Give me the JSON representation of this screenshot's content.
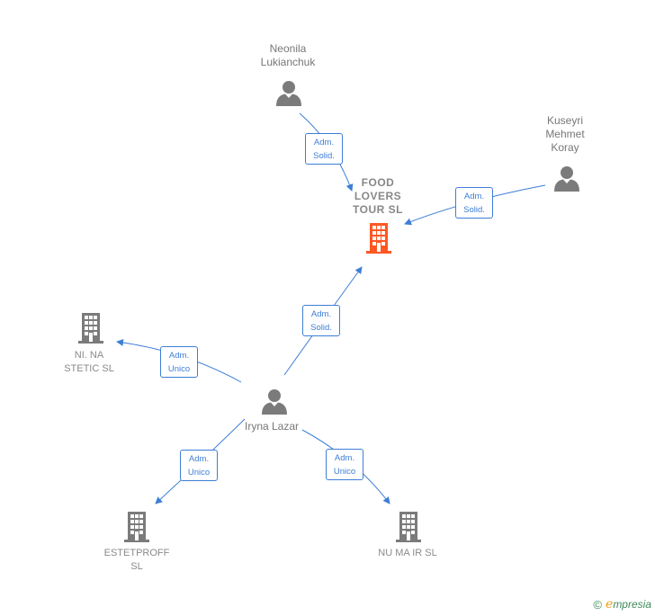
{
  "colors": {
    "edge": "#3d7ed6",
    "person": "#7b7b7b",
    "company": "#7b7b7b",
    "focus_company": "#ff5722"
  },
  "nodes": {
    "food_lovers": {
      "label": "FOOD\nLOVERS\nTOUR  SL",
      "icon": "building-icon"
    },
    "neonila": {
      "label": "Neonila\nLukianchuk",
      "icon": "person-icon"
    },
    "kuseyri": {
      "label": "Kuseyri\nMehmet\nKoray",
      "icon": "person-icon"
    },
    "iryna": {
      "label": "Iryna Lazar",
      "icon": "person-icon"
    },
    "ni_na": {
      "label": "NI.  NA\nSTETIC  SL",
      "icon": "building-icon"
    },
    "estetproff": {
      "label": "ESTETPROFF\nSL",
      "icon": "building-icon"
    },
    "nu_ma": {
      "label": "NU MA IR SL",
      "icon": "building-icon"
    }
  },
  "edges": {
    "neonila_food": {
      "line1": "Adm.",
      "line2": "Solid."
    },
    "kuseyri_food": {
      "line1": "Adm.",
      "line2": "Solid."
    },
    "iryna_food": {
      "line1": "Adm.",
      "line2": "Solid."
    },
    "iryna_nina": {
      "line1": "Adm.",
      "line2": "Unico"
    },
    "iryna_estet": {
      "line1": "Adm.",
      "line2": "Unico"
    },
    "iryna_numa": {
      "line1": "Adm.",
      "line2": "Unico"
    }
  },
  "brand": {
    "copyright": "©",
    "logo_e": "e",
    "logo_rest": "mpresia"
  }
}
